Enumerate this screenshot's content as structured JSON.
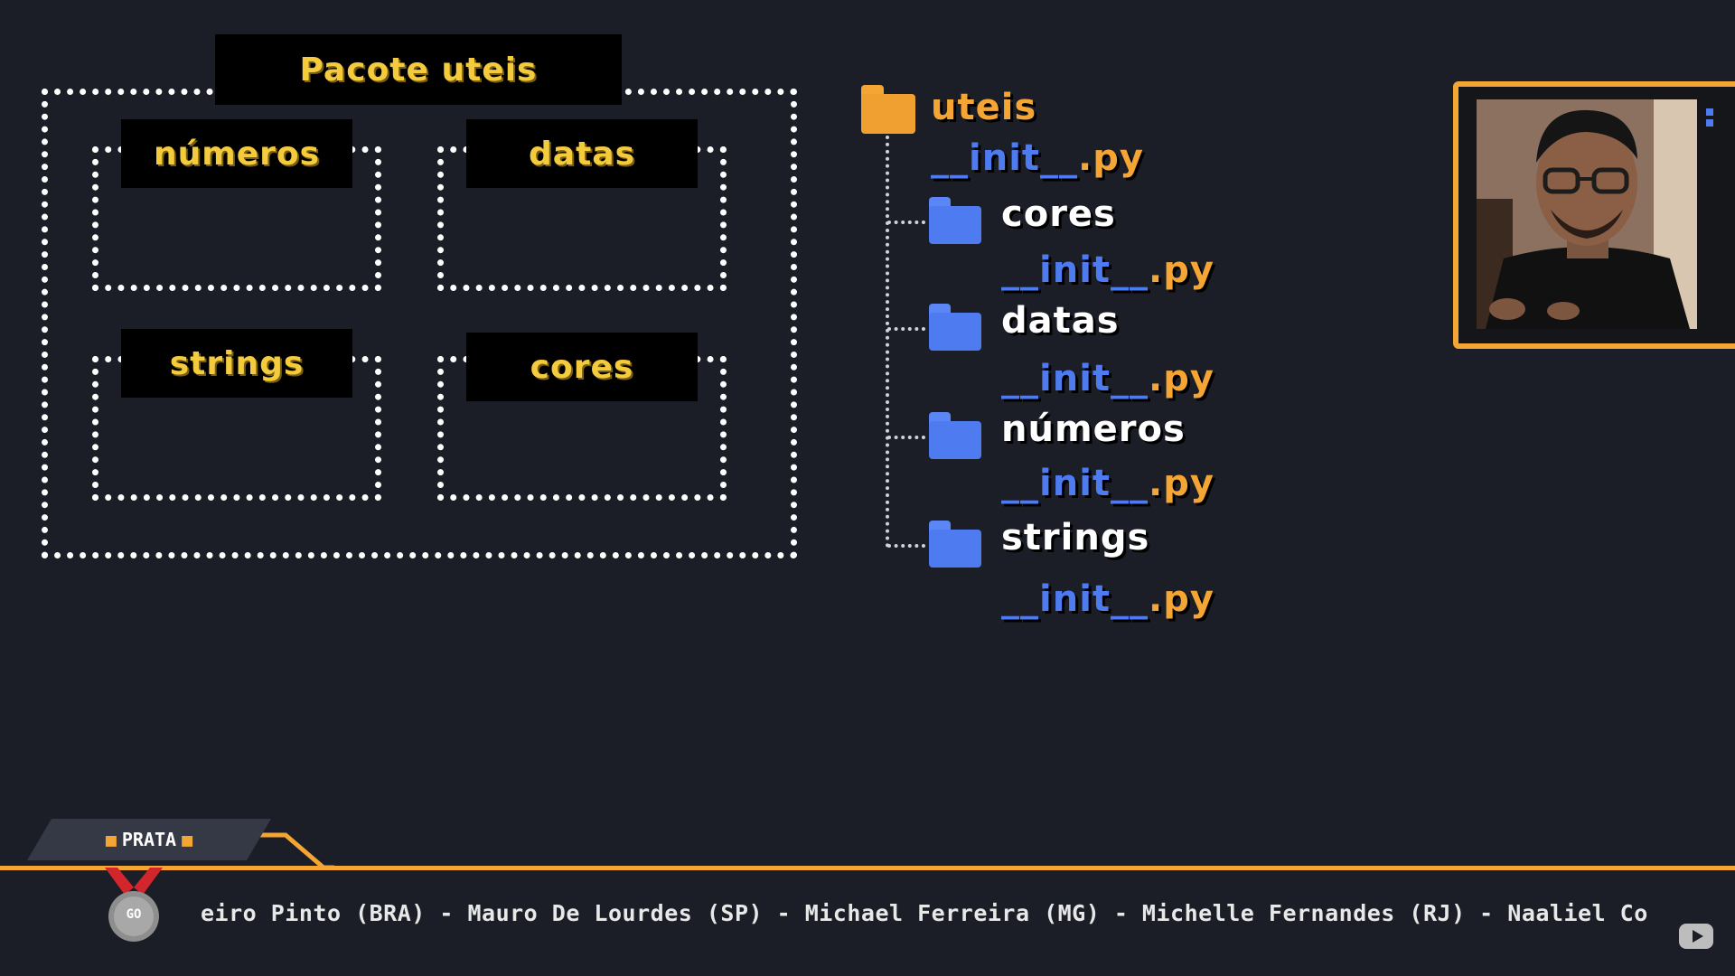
{
  "diagram": {
    "title": "Pacote uteis",
    "modules": [
      {
        "label": "números"
      },
      {
        "label": "datas"
      },
      {
        "label": "strings"
      },
      {
        "label": "cores"
      }
    ]
  },
  "tree": {
    "root": {
      "name": "uteis",
      "file_base": "__init__",
      "file_ext": ".py"
    },
    "children": [
      {
        "name": "cores",
        "file_base": "__init__",
        "file_ext": ".py"
      },
      {
        "name": "datas",
        "file_base": "__init__",
        "file_ext": ".py"
      },
      {
        "name": "números",
        "file_base": "__init__",
        "file_ext": ".py"
      },
      {
        "name": "strings",
        "file_base": "__init__",
        "file_ext": ".py"
      }
    ]
  },
  "ticker": {
    "tier_label": "PRATA",
    "medal_text": "GO",
    "names_text": "eiro Pinto (BRA) - Mauro De Lourdes (SP) - Michael Ferreira (MG) - Michelle Fernandes (RJ) - Naaliel Co"
  },
  "colors": {
    "background": "#1b1e26",
    "accent_orange": "#f5a534",
    "tag_yellow": "#f5cb3e",
    "folder_blue": "#4f7bf0"
  }
}
